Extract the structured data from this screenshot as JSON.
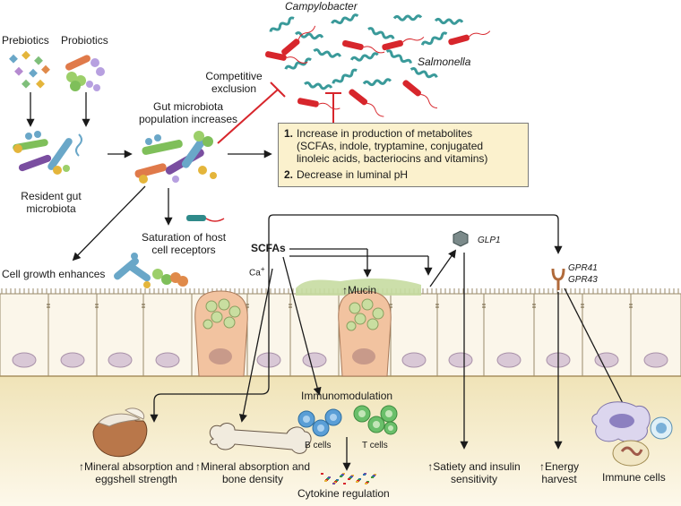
{
  "labels": {
    "prebiotics": "Prebiotics",
    "probiotics": "Probiotics",
    "campylobacter": "Campylobacter",
    "salmonella": "Salmonella",
    "competitive_exclusion": "Competitive exclusion",
    "gut_microbiota_increase": "Gut microbiota population increases",
    "resident_gut_microbiota": "Resident gut microbiota",
    "saturation_receptors": "Saturation of host cell receptors",
    "cell_growth": "Cell growth enhances",
    "scfas": "SCFAs",
    "ca": "Ca",
    "ca_sup": "+",
    "mucin": "Mucin",
    "glp1": "GLP1",
    "gpr41": "GPR41",
    "gpr43": "GPR43",
    "immunomodulation": "Immunomodulation",
    "b_cells": "B cells",
    "t_cells": "T cells",
    "cytokine_regulation": "Cytokine regulation",
    "mineral_eggshell": "Mineral absorption and eggshell strength",
    "mineral_bone": "Mineral absorption and bone density",
    "satiety": "Satiety and insulin sensitivity",
    "energy": "Energy harvest",
    "immune_cells": "Immune cells",
    "up_arrow": "↑"
  },
  "metabolite_box": {
    "item1_num": "1.",
    "item1_line1": "Increase in production of metabolites",
    "item1_line2": "(SCFAs, indole, tryptamine, conjugated",
    "item1_line3": "linoleic acids, bacteriocins and vitamins)",
    "item2_num": "2.",
    "item2_line1": "Decrease in luminal pH"
  },
  "colors": {
    "epithelium": "#fbf6ea",
    "lamina": "#f6ecc9",
    "goblet": "#f2c3a0",
    "mucin": "#c7dca1",
    "inhibit": "#d7262c",
    "box_fill": "#fbf1cd",
    "nucleus": "#d9c8d6"
  }
}
